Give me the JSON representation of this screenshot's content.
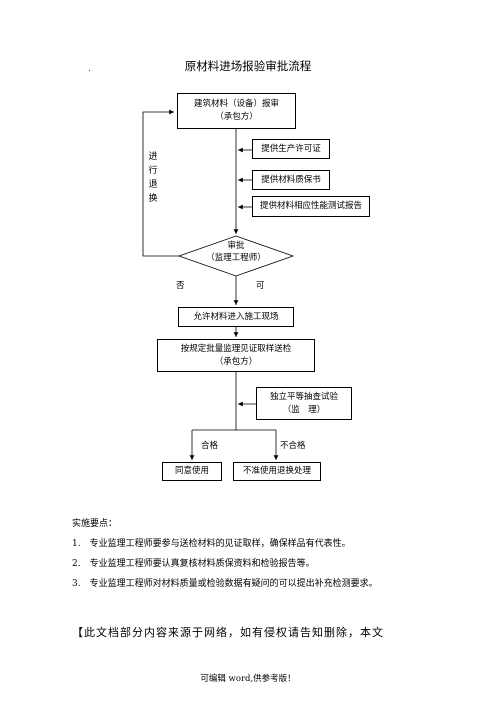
{
  "document": {
    "title": "原材料进场报验审批流程",
    "dot": ".",
    "flow": {
      "start_box": [
        "建筑材料（设备）报审",
        "（承包方）"
      ],
      "doc_license": "提供生产许可证",
      "doc_warranty": "提供材料质保书",
      "doc_test_report": "提供材料相应性能测试报告",
      "approve_diamond": [
        "审批",
        "（监理工程师）"
      ],
      "label_no": "否",
      "label_yes": "可",
      "return_label": [
        "进",
        "行",
        "退",
        "换"
      ],
      "allow_box": "允许材料进入施工现场",
      "sample_box": [
        "按规定批量监理见证取样送检",
        "（承包方）"
      ],
      "independent_box": [
        "独立平等抽查试验",
        "（监　理）"
      ],
      "label_pass": "合格",
      "label_fail": "不合格",
      "agree_box": "同意使用",
      "reject_box": "不准使用退换处理"
    },
    "notes_heading": "实施要点：",
    "notes": [
      "1.　专业监理工程师要参与送检材料的见证取样，确保样品有代表性。",
      "2.　专业监理工程师要认真复核材料质保资料和检验报告等。",
      "3.　专业监理工程师对材料质量或检验数据有疑问的可以提出补充检测要求。"
    ],
    "footer_line": "【此文档部分内容来源于网络，如有侵权请告知删除，本文",
    "footer_bottom": "可编辑 word,供参考版！"
  }
}
